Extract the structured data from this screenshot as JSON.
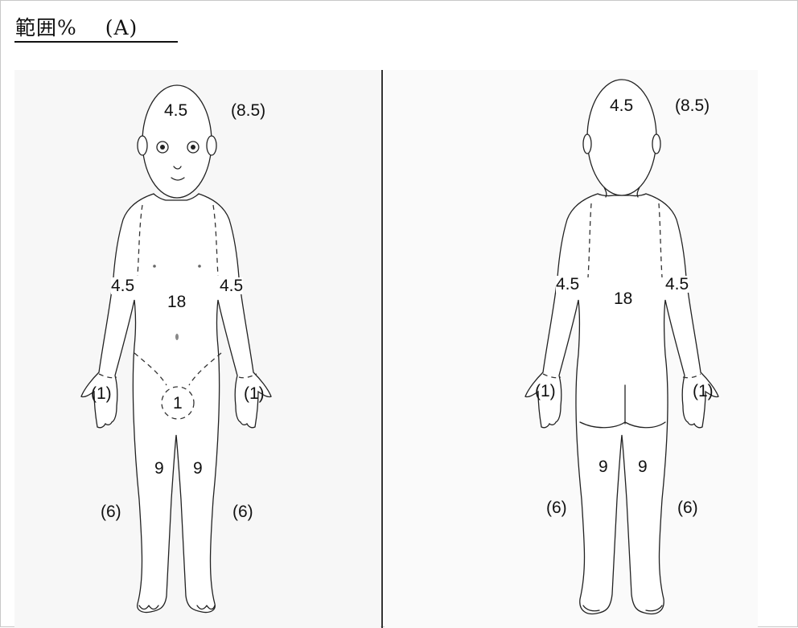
{
  "title": "範囲%　 (A)",
  "front": {
    "head": "4.5",
    "head_paren": "(8.5)",
    "arm_left": "4.5",
    "arm_right": "4.5",
    "trunk": "18",
    "hand_left": "(1)",
    "hand_right": "(1)",
    "genital": "1",
    "thigh_left": "9",
    "thigh_right": "9",
    "leg_left": "(6)",
    "leg_right": "(6)"
  },
  "back": {
    "head": "4.5",
    "head_paren": "(8.5)",
    "arm_left": "4.5",
    "arm_right": "4.5",
    "trunk": "18",
    "hand_left": "(1)",
    "hand_right": "(1)",
    "thigh_left": "9",
    "thigh_right": "9",
    "leg_left": "(6)",
    "leg_right": "(6)"
  }
}
